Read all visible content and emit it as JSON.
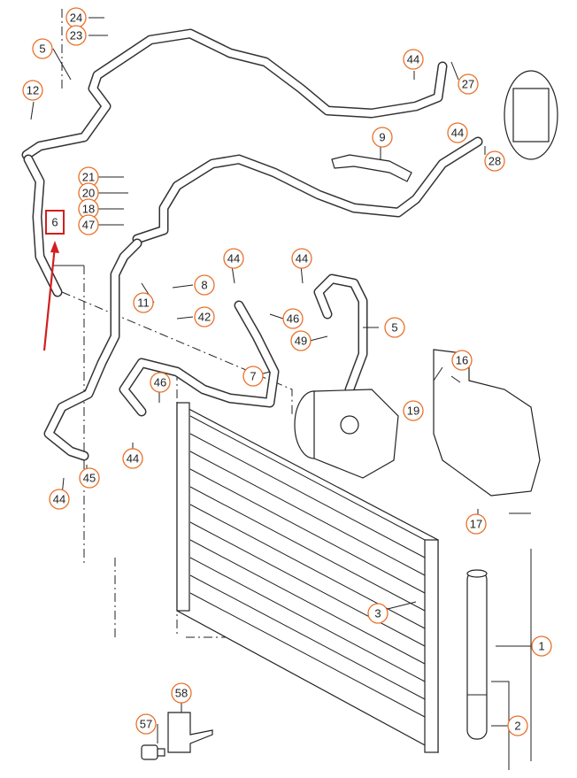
{
  "title": "",
  "accent_color": "#e8712a",
  "highlight_color": "#d21f1f",
  "labels": {
    "p1": "1",
    "p2": "2",
    "p3": "3",
    "p5a": "5",
    "p5b": "5",
    "p6": "6",
    "p7": "7",
    "p8": "8",
    "p9": "9",
    "p11": "11",
    "p12": "12",
    "p16": "16",
    "p17": "17",
    "p18": "18",
    "p19": "19",
    "p20": "20",
    "p21": "21",
    "p23": "23",
    "p24": "24",
    "p27": "27",
    "p28": "28",
    "p42": "42",
    "p44a": "44",
    "p44b": "44",
    "p44c": "44",
    "p44d": "44",
    "p44e": "44",
    "p44f": "44",
    "p45": "45",
    "p46a": "46",
    "p46b": "46",
    "p47": "47",
    "p49": "49",
    "p57": "57",
    "p58": "58"
  },
  "highlighted_part": "6"
}
